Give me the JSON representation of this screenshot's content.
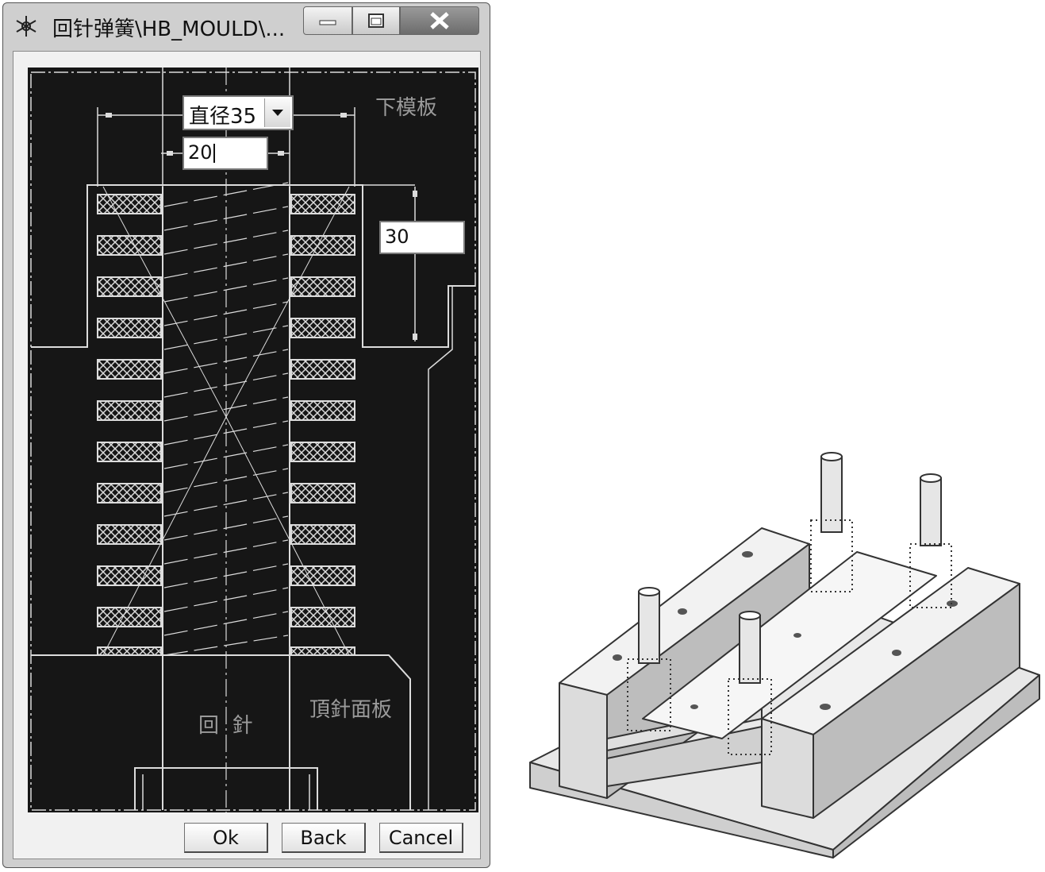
{
  "window": {
    "title": "回针弹簧\\HB_MOULD\\...",
    "icon": "snowflake-icon",
    "controls": [
      "minimize-icon",
      "maximize-icon",
      "close-icon"
    ]
  },
  "preview": {
    "labels": {
      "lower_plate": "下模板",
      "ejector_plate": "頂針面板",
      "return_pin": "回  針"
    }
  },
  "inputs": {
    "diameter_select": {
      "value": "直径35"
    },
    "pin_diameter": {
      "value": "20"
    },
    "spring_length": {
      "value": "30"
    }
  },
  "buttons": {
    "ok": "Ok",
    "back": "Back",
    "cancel": "Cancel"
  },
  "colors": {
    "cad_background": "#161616",
    "cad_lines": "#dcdcdc",
    "cad_text": "#9a9a9a"
  }
}
